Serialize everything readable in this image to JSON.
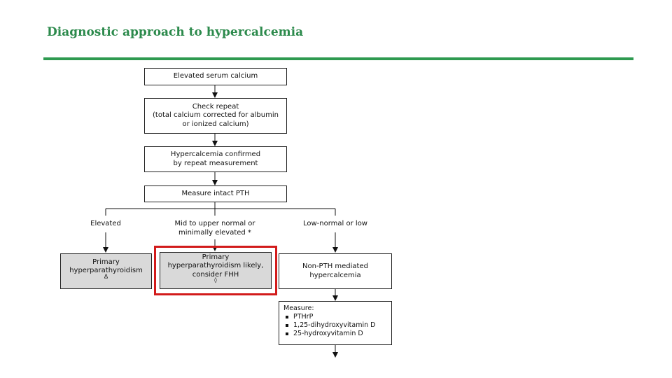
{
  "slide": {
    "title": "Diagnostic approach to hypercalcemia"
  },
  "flowchart": {
    "step1": "Elevated serum calcium",
    "step2": [
      "Check repeat",
      "(total calcium corrected for albumin",
      "or ionized calcium)"
    ],
    "step3": [
      "Hypercalcemia confirmed",
      "by repeat measurement"
    ],
    "step4": "Measure intact PTH",
    "branches": {
      "elevated": {
        "label": "Elevated",
        "result": [
          "Primary",
          "hyperparathyroidism"
        ],
        "mark": "Δ"
      },
      "mid": {
        "label": [
          "Mid to upper normal or",
          "minimally elevated *"
        ],
        "result": [
          "Primary",
          "hyperparathyroidism likely,",
          "consider FHH"
        ],
        "mark": "◊",
        "highlighted": true
      },
      "low": {
        "label": "Low-normal or low",
        "result": [
          "Non-PTH mediated",
          "hypercalcemia"
        ]
      }
    },
    "measure": {
      "heading": "Measure:",
      "items": [
        "PTHrP",
        "1,25-dihydroxyvitamin D",
        "25-hydroxyvitamin D"
      ]
    }
  },
  "colors": {
    "title": "#2c8a4c",
    "rule": "#2e9a50",
    "highlight": "#d21b1b",
    "gray_box": "#d9d9d9"
  }
}
